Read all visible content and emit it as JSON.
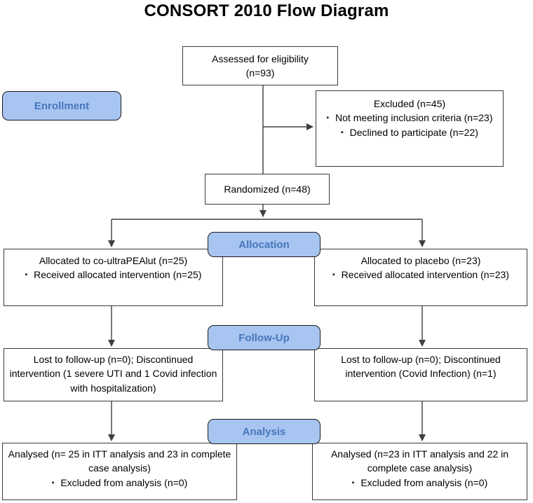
{
  "title": "CONSORT 2010 Flow Diagram",
  "stages": {
    "enrollment": "Enrollment",
    "allocation": "Allocation",
    "followup": "Follow-Up",
    "analysis": "Analysis"
  },
  "boxes": {
    "assessed": {
      "line1": "Assessed for eligibility",
      "line2": "(n=93)"
    },
    "excluded": {
      "title": "Excluded (n=45)",
      "bullets": [
        "Not meeting inclusion criteria (n=23)",
        "Declined to participate (n=22)"
      ]
    },
    "randomized": {
      "text": "Randomized (n=48)"
    },
    "alloc_left": {
      "title": "Allocated to co-ultraPEAlut (n=25)",
      "bullets": [
        "Received allocated intervention (n=25)"
      ]
    },
    "alloc_right": {
      "title": "Allocated to placebo (n=23)",
      "bullets": [
        "Received allocated intervention (n=23)"
      ]
    },
    "followup_left": {
      "text": "Lost to follow-up (n=0); Discontinued intervention (1 severe UTI and 1 Covid infection with hospitalization)"
    },
    "followup_right": {
      "text": "Lost to follow-up (n=0); Discontinued intervention (Covid Infection) (n=1)"
    },
    "analysis_left": {
      "title": "Analysed (n= 25 in ITT analysis and 23 in complete case analysis)",
      "bullets": [
        "Excluded from analysis (n=0)"
      ]
    },
    "analysis_right": {
      "title": "Analysed (n=23 in ITT analysis and 22 in complete case analysis)",
      "bullets": [
        "Excluded from analysis (n=0)"
      ]
    }
  },
  "icons": {
    "square_bullet": "▪"
  },
  "colors": {
    "stage_fill": "#a8c4f0",
    "stage_text": "#4677bd",
    "line": "#3f3f3f"
  }
}
